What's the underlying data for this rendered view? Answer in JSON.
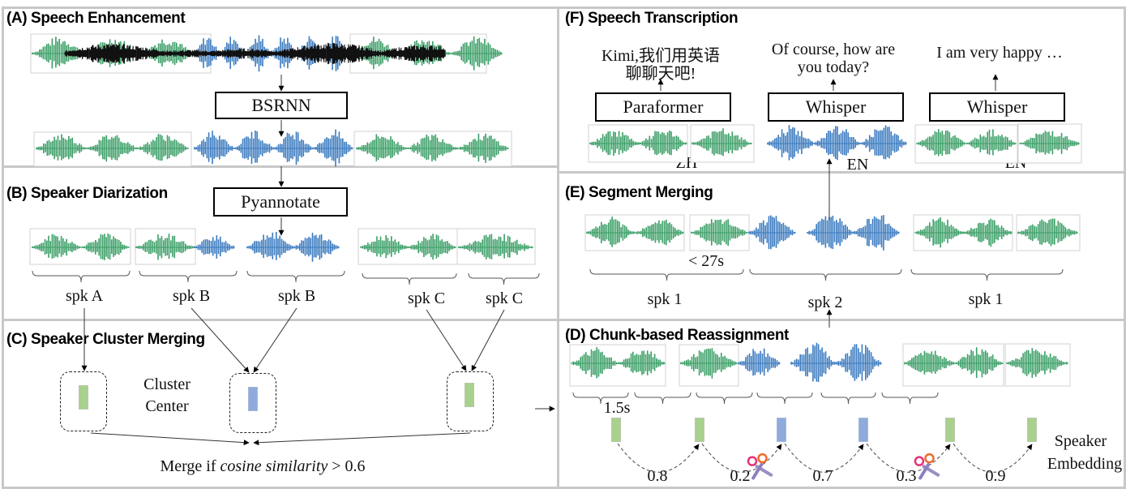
{
  "colors": {
    "speaker_green": "#3a9e66",
    "speaker_blue": "#3a7abf",
    "noise_black": "#111111",
    "embedding_green": "#a9d18e",
    "embedding_blue": "#8faadc",
    "panel_border": "#c8c8c8"
  },
  "panels": {
    "a": {
      "title": "(A) Speech Enhancement",
      "model": "BSRNN"
    },
    "b": {
      "title": "(B) Speaker Diarization",
      "model": "Pyannotate",
      "segment_labels": [
        "spk A",
        "spk B",
        "spk B",
        "spk C",
        "spk C"
      ]
    },
    "c": {
      "title": "(C) Speaker Cluster Merging",
      "cluster_label_line1": "Cluster",
      "cluster_label_line2": "Center",
      "merge_rule_prefix": "Merge if ",
      "merge_rule_italic": "cosine similarity",
      "merge_rule_suffix": " > 0.6"
    },
    "d": {
      "title": "(D) Chunk-based Reassignment",
      "chunk_length": "1.5s",
      "similarities": [
        "0.8",
        "0.2",
        "0.7",
        "0.3",
        "0.9"
      ],
      "embedding_label_line1": "Speaker",
      "embedding_label_line2": "Embedding",
      "cut_positions": [
        "between chunk 2 and 3",
        "between chunk 4 and 5"
      ]
    },
    "e": {
      "title": "(E) Segment Merging",
      "length_limit": "< 27s",
      "segment_labels": [
        "spk 1",
        "spk 2",
        "spk 1"
      ]
    },
    "f": {
      "title": "(F) Speech Transcription",
      "asr": [
        {
          "model": "Paraformer",
          "lang": "ZH",
          "text_line1": "Kimi,我们用英语",
          "text_line2": "聊聊天吧!"
        },
        {
          "model": "Whisper",
          "lang": "EN",
          "text_line1": "Of course, how are",
          "text_line2": "you today?"
        },
        {
          "model": "Whisper",
          "lang": "EN",
          "text_line1": "I am very happy …",
          "text_line2": ""
        }
      ]
    }
  }
}
